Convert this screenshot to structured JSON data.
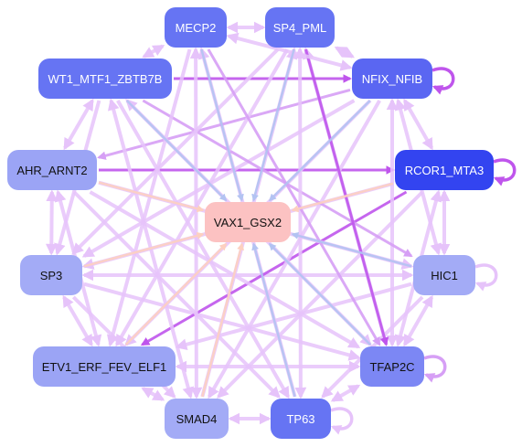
{
  "nodes": [
    {
      "id": "MECP2",
      "label": "MECP2",
      "color": "#6674f3"
    },
    {
      "id": "SP4_PML",
      "label": "SP4_PML",
      "color": "#6674f3"
    },
    {
      "id": "WT1_MTF1_ZBTB7B",
      "label": "WT1_MTF1_ZBTB7B",
      "color": "#6674f3"
    },
    {
      "id": "NFIX_NFIB",
      "label": "NFIX_NFIB",
      "color": "#5a66f2"
    },
    {
      "id": "AHR_ARNT2",
      "label": "AHR_ARNT2",
      "color": "#9ba4f5"
    },
    {
      "id": "RCOR1_MTA3",
      "label": "RCOR1_MTA3",
      "color": "#3344f0"
    },
    {
      "id": "VAX1_GSX2",
      "label": "VAX1_GSX2",
      "color": "#fcc2c2"
    },
    {
      "id": "SP3",
      "label": "SP3",
      "color": "#a3abf6"
    },
    {
      "id": "HIC1",
      "label": "HIC1",
      "color": "#a3abf6"
    },
    {
      "id": "ETV1_ERF_FEV_ELF1",
      "label": "ETV1_ERF_FEV_ELF1",
      "color": "#9ba4f5"
    },
    {
      "id": "TFAP2C",
      "label": "TFAP2C",
      "color": "#7c87f4"
    },
    {
      "id": "SMAD4",
      "label": "SMAD4",
      "color": "#a3abf6"
    },
    {
      "id": "TP63",
      "label": "TP63",
      "color": "#6674f3"
    }
  ],
  "edge_colors": {
    "light": "#e6c3fa",
    "medium": "#d69ff5",
    "strong": "#bf55ec",
    "blue": "#b3c3f2",
    "peach": "#fdd0c0"
  }
}
